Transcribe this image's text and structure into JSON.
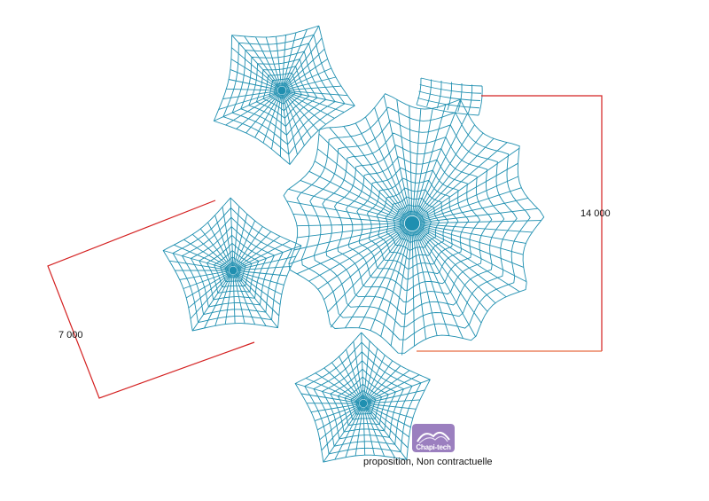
{
  "dimensions": {
    "left": "7 000",
    "right": "14 000"
  },
  "footer": {
    "disclaimer": "proposition, Non contractuelle"
  },
  "logo": {
    "text": "Chapi-tech",
    "color": "#9b7fbf"
  },
  "colors": {
    "mesh": "#1f8fb0",
    "dimension": "#d42020",
    "dimension_light": "#e86a40"
  }
}
